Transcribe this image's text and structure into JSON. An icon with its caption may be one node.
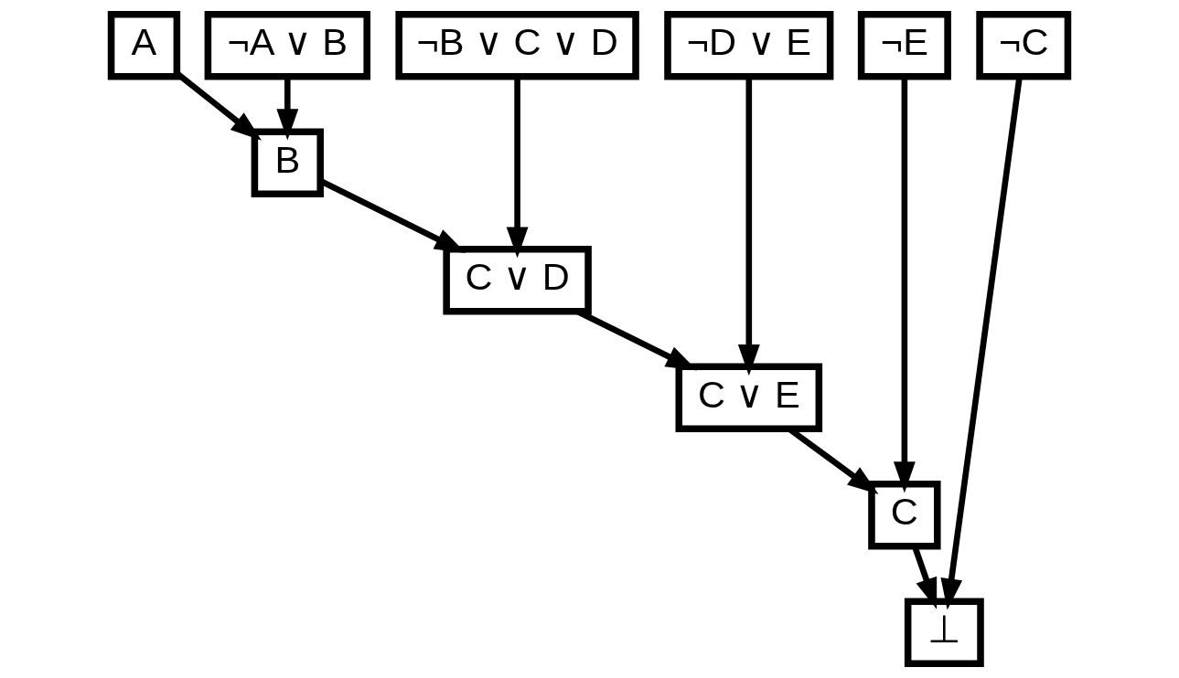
{
  "diagram": {
    "nodes": [
      {
        "text": [
          "A"
        ]
      },
      {
        "text": [
          "¬A ∨ B"
        ]
      },
      {
        "text": [
          "¬B ∨ C ∨ D"
        ]
      },
      {
        "text": [
          "¬D ∨ E"
        ]
      },
      {
        "text": [
          "¬E"
        ]
      },
      {
        "text": [
          "¬C"
        ]
      },
      {
        "text": [
          "B"
        ]
      },
      {
        "text": [
          "C ∨ D"
        ]
      },
      {
        "text": [
          "C ∨ E"
        ]
      },
      {
        "text": [
          "C"
        ]
      },
      {
        "text": [
          "⊥"
        ]
      }
    ],
    "edges": [
      {
        "from": 0,
        "to": 6,
        "arrow": "to"
      },
      {
        "from": 1,
        "to": 6,
        "arrow": "to"
      },
      {
        "from": 6,
        "to": 7,
        "arrow": "to"
      },
      {
        "from": 2,
        "to": 7,
        "arrow": "to"
      },
      {
        "from": 7,
        "to": 8,
        "arrow": "to"
      },
      {
        "from": 3,
        "to": 8,
        "arrow": "to"
      },
      {
        "from": 8,
        "to": 9,
        "arrow": "to"
      },
      {
        "from": 4,
        "to": 9,
        "arrow": "to"
      },
      {
        "from": 9,
        "to": 10,
        "arrow": "to"
      },
      {
        "from": 5,
        "to": 10,
        "arrow": "to"
      }
    ]
  }
}
